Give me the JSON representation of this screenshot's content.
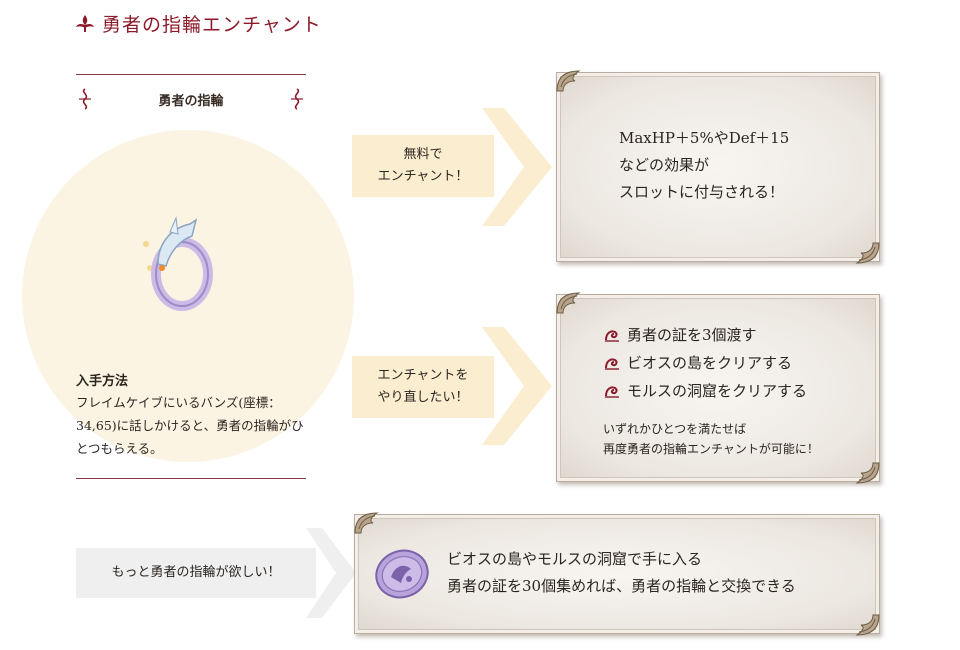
{
  "page": {
    "title": "勇者の指輪エンチャント"
  },
  "left_card": {
    "item_name": "勇者の指輪",
    "acquisition_heading": "入手方法",
    "acquisition_text": "フレイムケイブにいるバンズ(座標：34,65)に話しかけると、勇者の指輪がひとつもらえる。"
  },
  "arrows": [
    {
      "lines": [
        "無料で",
        "エンチャント！"
      ]
    },
    {
      "lines": [
        "エンチャントを",
        "やり直したい！"
      ]
    },
    {
      "lines": [
        "もっと勇者の指輪が欲しい！"
      ]
    }
  ],
  "panel1": {
    "lines": [
      "MaxHP＋5%やDef＋15",
      "などの効果が",
      "スロットに付与される！"
    ]
  },
  "panel2": {
    "conditions": [
      "勇者の証を3個渡す",
      "ビオスの島をクリアする",
      "モルスの洞窟をクリアする"
    ],
    "note_lines": [
      "いずれかひとつを満たせば",
      "再度勇者の指輪エンチャントが可能に！"
    ]
  },
  "panel3": {
    "lines": [
      "ビオスの島やモルスの洞窟で手に入る",
      "勇者の証を30個集めれば、勇者の指輪と交換できる"
    ]
  },
  "colors": {
    "title": "#8c1a2a",
    "rule": "#8a3a44",
    "arrow_fill": "#fbedcf",
    "arrow_gray": "#efefef",
    "glow": "#fcf4e3",
    "bullet": "#8c1a2a",
    "coin": "#9a7fc0"
  },
  "icons": {
    "title": "fleur-ornament-icon",
    "flourish": "scroll-flourish-icon",
    "ring": "hero-ring-icon",
    "bullet": "swirl-bullet-icon",
    "coin": "hero-proof-coin-icon",
    "corner": "ornate-corner-icon"
  }
}
